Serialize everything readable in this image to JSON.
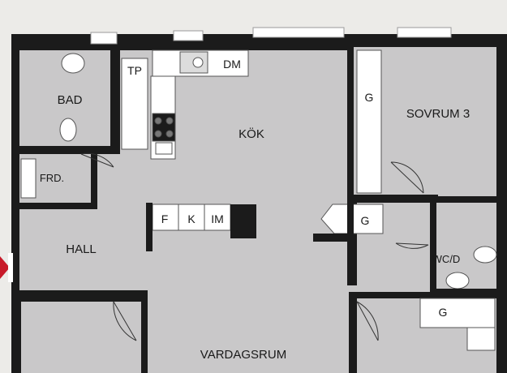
{
  "rooms": {
    "bad": "BAD",
    "kok": "KÖK",
    "sovrum3": "SOVRUM 3",
    "frd": "FRD.",
    "hall": "HALL",
    "wcd": "WC/D",
    "vardagsrum": "VARDAGSRUM"
  },
  "fixtures": {
    "tp": "TP",
    "dm": "DM",
    "g_sovrum": "G",
    "g_hall": "G",
    "g_bottom": "G",
    "f": "F",
    "k": "K",
    "im": "IM"
  },
  "colors": {
    "floor": "#c9c8c9",
    "wall": "#1b1b1b",
    "paper": "#ecebe8",
    "window": "#ffffff",
    "entrance_marker": "#c81a2a"
  }
}
